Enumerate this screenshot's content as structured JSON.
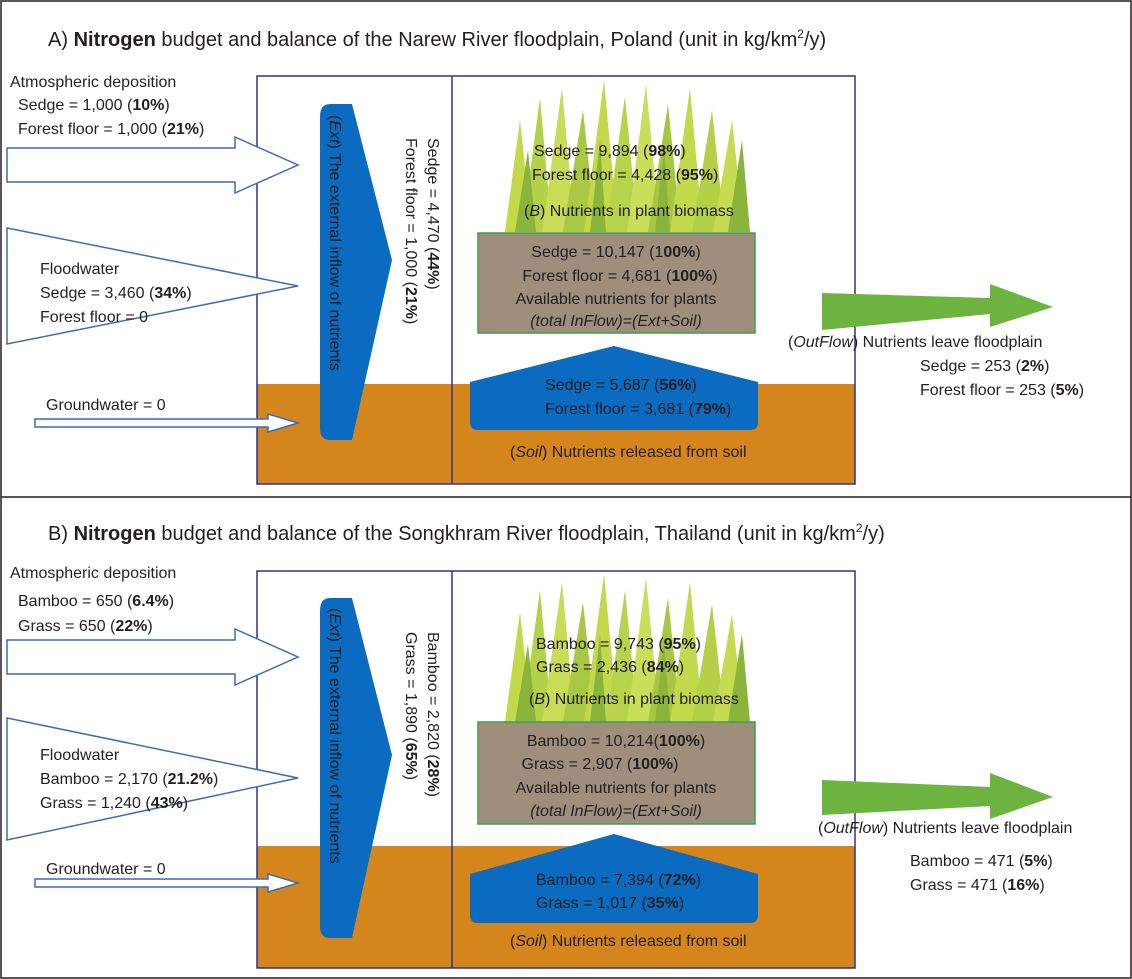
{
  "colors": {
    "frame": "#2e3192",
    "soil": "#d4861c",
    "arrow_blue": "#0a6bc1",
    "outflow_green": "#6cb33f",
    "available_box": "#a08e7d",
    "available_border": "#3aa24a",
    "grass_light": "#c4d94a",
    "grass_dark": "#8ab53a",
    "inflow_outline": "#3b6db5"
  },
  "panels": [
    {
      "id": "A",
      "title": {
        "prefix": "A) ",
        "bold": "Nitrogen",
        "rest": " budget and balance of the Narew River floodplain, Poland (unit in kg/km",
        "sup": "2",
        "suffix": "/y)"
      },
      "atmospheric": {
        "heading": "Atmospheric deposition",
        "line1_pre": "Sedge = 1,000 (",
        "line1_bold": "10%",
        "line1_post": ")",
        "line2_pre": "Forest floor = 1,000 (",
        "line2_bold": "21%",
        "line2_post": ")"
      },
      "floodwater": {
        "heading": "Floodwater",
        "line1_pre": "Sedge = 3,460 (",
        "line1_bold": "34%",
        "line1_post": ")",
        "line2_pre": "Forest floor = 0",
        "line2_bold": "",
        "line2_post": ""
      },
      "groundwater": "Groundwater = 0",
      "external": {
        "label_pre": "(",
        "label_italic": "Ext",
        "label_post": ") The external inflow of nutrients",
        "line1_pre": "Sedge = 4,470 (",
        "line1_bold": "44%",
        "line1_post": ")",
        "line2_pre": "Forest floor = 1,000 (",
        "line2_bold": "21%",
        "line2_post": ")"
      },
      "biomass": {
        "line1_pre": "Sedge = 9,894 (",
        "line1_bold": "98%",
        "line1_post": ")",
        "line2_pre": "Forest floor = 4,428 (",
        "line2_bold": "95%",
        "line2_post": ")",
        "label_pre": "(",
        "label_italic": "B",
        "label_post": ") Nutrients in plant biomass"
      },
      "available": {
        "line1_pre": "Sedge = 10,147 (1",
        "line1_bold": "00%",
        "line1_post": ")",
        "line2_pre": "Forest floor = 4,681 (",
        "line2_bold": "100%",
        "line2_post": ")",
        "line3": "Available nutrients for plants",
        "line4": "(total InFlow)=(Ext+Soil)"
      },
      "soil": {
        "line1_pre": "Sedge = 5,687 (",
        "line1_bold": "56%",
        "line1_post": ")",
        "line2_pre": "Forest floor = 3,681 (",
        "line2_bold": "79%",
        "line2_post": ")",
        "label_pre": "(",
        "label_italic": "Soil",
        "label_post": ") Nutrients released from soil"
      },
      "outflow": {
        "label_pre": "(",
        "label_italic": "OutFlow",
        "label_post": ") Nutrients leave floodplain",
        "line1_pre": "Sedge = 253 (",
        "line1_bold": "2%",
        "line1_post": ")",
        "line2_pre": "Forest floor = 253 (",
        "line2_bold": "5%",
        "line2_post": ")"
      }
    },
    {
      "id": "B",
      "title": {
        "prefix": "B) ",
        "bold": "Nitrogen",
        "rest": " budget and balance of the Songkhram River floodplain, Thailand (unit in kg/km",
        "sup": "2",
        "suffix": "/y)"
      },
      "atmospheric": {
        "heading": "Atmospheric deposition",
        "line1_pre": "Bamboo = 650 (",
        "line1_bold": "6.4%",
        "line1_post": ")",
        "line2_pre": "Grass = 650 (",
        "line2_bold": "22%",
        "line2_post": ")"
      },
      "floodwater": {
        "heading": "Floodwater",
        "line1_pre": "Bamboo = 2,170 (",
        "line1_bold": "21.2%",
        "line1_post": ")",
        "line2_pre": "Grass = 1,240 (",
        "line2_bold": "43%",
        "line2_post": ")"
      },
      "groundwater": "Groundwater = 0",
      "external": {
        "label_pre": "(",
        "label_italic": "Ext",
        "label_post": ") The external inflow of nutrients",
        "line1_pre": "Bamboo = 2,820 (",
        "line1_bold": "28%",
        "line1_post": ")",
        "line2_pre": "Grass = 1,890 (",
        "line2_bold": "65%",
        "line2_post": ")"
      },
      "biomass": {
        "line1_pre": "Bamboo = 9,743 (",
        "line1_bold": "95%",
        "line1_post": ")",
        "line2_pre": "Grass = 2,436 (",
        "line2_bold": "84%",
        "line2_post": ")",
        "label_pre": "(",
        "label_italic": "B",
        "label_post": ") Nutrients in plant biomass"
      },
      "available": {
        "line1_pre": "Bamboo = 10,214(",
        "line1_bold": "100%",
        "line1_post": ")",
        "line2_pre": "Grass = 2,907 (",
        "line2_bold": "100%",
        "line2_post": ")",
        "line3": "Available nutrients for plants",
        "line4": "(total InFlow)=(Ext+Soil)"
      },
      "soil": {
        "line1_pre": "Bamboo = 7,394 (",
        "line1_bold": "72%",
        "line1_post": ")",
        "line2_pre": "Grass = 1,017 (",
        "line2_bold": "35%",
        "line2_post": ")",
        "label_pre": "(",
        "label_italic": "Soil",
        "label_post": ") Nutrients released from soil"
      },
      "outflow": {
        "label_pre": "(",
        "label_italic": "OutFlow",
        "label_post": ") Nutrients leave floodplain",
        "line1_pre": "Bamboo = 471 (",
        "line1_bold": "5%",
        "line1_post": ")",
        "line2_pre": "Grass = 471 (",
        "line2_bold": "16%",
        "line2_post": ")"
      }
    }
  ]
}
